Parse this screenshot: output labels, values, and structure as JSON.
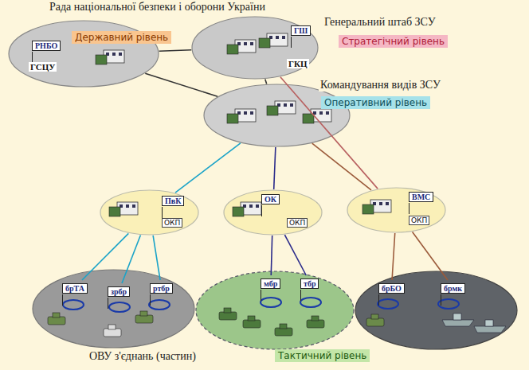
{
  "diagram": {
    "nodes": [
      {
        "text": [
          "Рада національної безпеки і оборони України",
          "Державний рівень"
        ]
      },
      {
        "text": [
          "РНБО"
        ],
        "in": 0
      },
      {
        "text": [
          "Генеральний штаб ЗСУ",
          "Стратегічний рівень"
        ]
      },
      {
        "text": [
          "ГШ"
        ],
        "in": 2
      },
      {
        "text": [
          "Командування видів ЗСУ",
          "Оперативний рівень"
        ]
      },
      {
        "text": [
          "ОКП"
        ]
      },
      {
        "text": [
          "ПвК"
        ],
        "in": 5
      },
      {
        "text": [
          "ОКП"
        ]
      },
      {
        "text": [
          "ОК"
        ],
        "in": 7
      },
      {
        "text": [
          "ОКП"
        ]
      },
      {
        "text": [
          "ВМС"
        ],
        "in": 9
      },
      {
        "text": [
          "ОВУ з'єднань (частин)"
        ]
      },
      {
        "text": [
          "брТА"
        ],
        "in": 11
      },
      {
        "text": [
          "зрбр"
        ],
        "in": 11
      },
      {
        "text": [
          "ртбр"
        ],
        "in": 11
      },
      {
        "text": [
          "Тактичний рівень"
        ]
      },
      {
        "text": [
          "мбр"
        ],
        "in": 15
      },
      {
        "text": [
          "тбр"
        ],
        "in": 15
      },
      {
        "text": []
      },
      {
        "text": [
          "брБО"
        ],
        "in": 18
      },
      {
        "text": [
          "брмк"
        ],
        "in": 18
      }
    ],
    "edges": [
      {
        "from": 0,
        "to": 2,
        "arrow": "none"
      },
      {
        "from": 0,
        "to": 4,
        "arrow": "none"
      },
      {
        "from": 2,
        "to": 4,
        "arrow": "none"
      },
      {
        "from": 4,
        "to": 5,
        "arrow": "none"
      },
      {
        "from": 4,
        "to": 7,
        "arrow": "none"
      },
      {
        "from": 4,
        "to": 9,
        "arrow": "none"
      },
      {
        "from": 2,
        "to": 9,
        "arrow": "none"
      },
      {
        "from": 5,
        "to": 12,
        "arrow": "none"
      },
      {
        "from": 5,
        "to": 13,
        "arrow": "none"
      },
      {
        "from": 5,
        "to": 14,
        "arrow": "none"
      },
      {
        "from": 7,
        "to": 16,
        "arrow": "none"
      },
      {
        "from": 7,
        "to": 17,
        "arrow": "none"
      },
      {
        "from": 9,
        "to": 19,
        "arrow": "none"
      },
      {
        "from": 9,
        "to": 20,
        "arrow": "none"
      }
    ],
    "labels": [
      "ГСЦУ",
      "ГКЦ"
    ]
  }
}
